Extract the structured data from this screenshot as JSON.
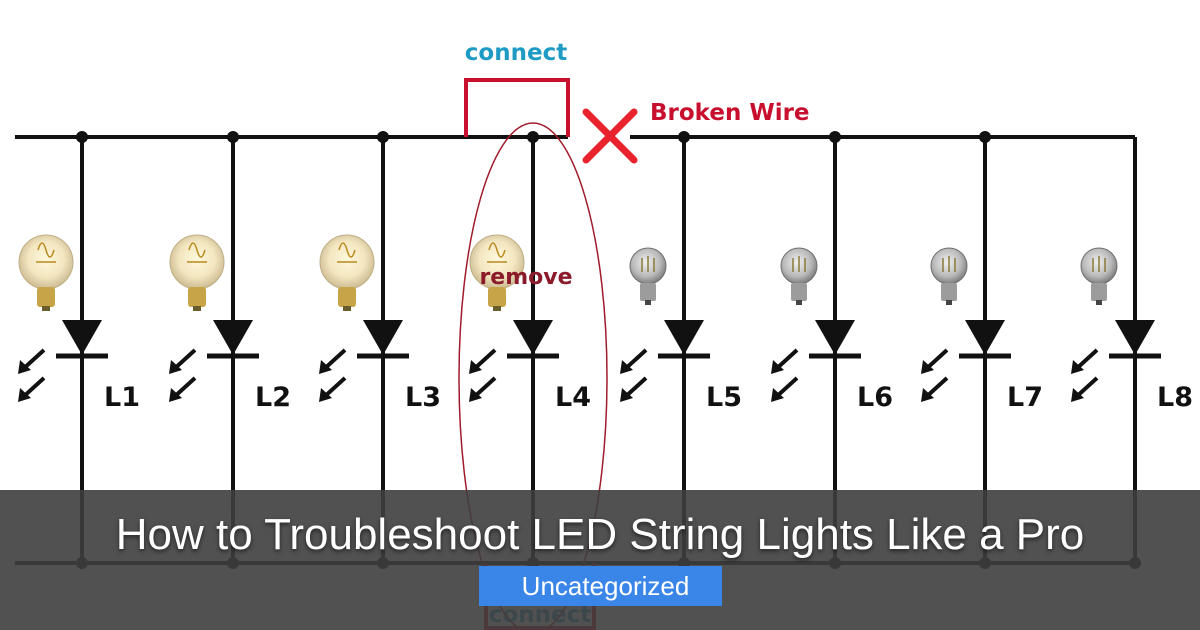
{
  "diagram": {
    "connect_top": "connect",
    "connect_bottom": "connect",
    "broken_wire": "Broken Wire",
    "remove": "remove",
    "lights": [
      "L1",
      "L2",
      "L3",
      "L4",
      "L5",
      "L6",
      "L7",
      "L8"
    ],
    "colors": {
      "wire": "#111111",
      "connect": "#1e9bc4",
      "broken": "#c8102e",
      "remove": "#8b1a2a",
      "ellipse": "#a01c2c"
    },
    "icons": [
      "edison-bulb-icon",
      "led-bulb-icon",
      "led-diode-icon",
      "broken-x-icon"
    ]
  },
  "title": "How to Troubleshoot LED String Lights Like a Pro",
  "category": {
    "icon": "folder-icon",
    "glyph": "",
    "label": "Uncategorized"
  }
}
